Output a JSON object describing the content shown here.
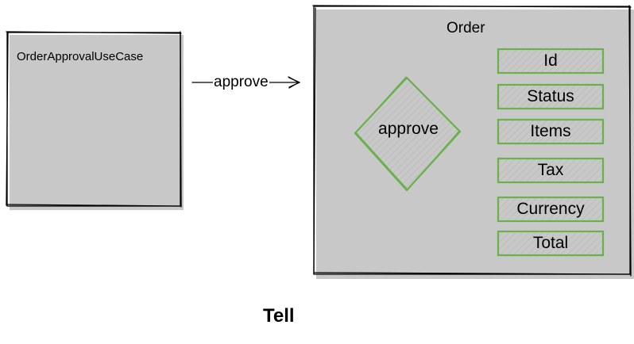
{
  "use_case": {
    "label": "OrderApprovalUseCase"
  },
  "message": {
    "label": "approve"
  },
  "order": {
    "title": "Order",
    "method": "approve",
    "fields": [
      "Id",
      "Status",
      "Items",
      "Tax",
      "Currency",
      "Total"
    ]
  },
  "caption": "Tell",
  "colors": {
    "stroke": "#000000",
    "accent": "#6ab04c",
    "hatch": "#b7b7b7",
    "shadow": "#c8c8c8"
  }
}
